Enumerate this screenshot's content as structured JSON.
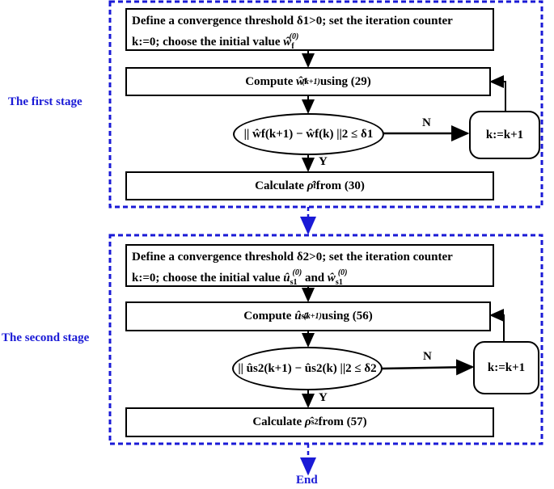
{
  "stages": [
    {
      "side_label": "The first stage",
      "init_line1": "Define a convergence threshold δ1>0; set the iteration counter",
      "init_line2_a": "k:=0; choose the initial value ",
      "init_sym": "ŵ",
      "init_sub": "f",
      "init_sup": "(0)",
      "compute_text": "Compute ",
      "compute_sym": "ŵ",
      "compute_sub": "f",
      "compute_sup": "(k+1)",
      "compute_suffix": " using (29)",
      "cond_text": "|| ŵf(k+1) − ŵf(k) ||2 ≤ δ1",
      "calc_text": "Calculate ",
      "calc_sym": "ρ̂",
      "calc_sub": "f",
      "calc_suffix": " from (30)",
      "yes_label": "Y",
      "no_label": "N",
      "counter_text": "k:=k+1"
    },
    {
      "side_label": "The second stage",
      "init_line1": "Define a convergence threshold δ2>0; set the iteration counter",
      "init_line2_a": "k:=0; choose the initial value ",
      "init_sym": "û",
      "init_sub": "s1",
      "init_sup": "(0)",
      "init_and": " and ",
      "init_sym2": "ŵ",
      "init_sub2": "s1",
      "init_sup2": "(0)",
      "compute_text": "Compute ",
      "compute_sym": "û",
      "compute_sub": "s2",
      "compute_sup": "(k+1)",
      "compute_suffix": " using (56)",
      "cond_text": "|| ûs2(k+1) − ûs2(k) ||2 ≤ δ2",
      "calc_text": "Calculate ",
      "calc_sym": "ρ̂",
      "calc_sub": "s2",
      "calc_suffix": " from (57)",
      "yes_label": "Y",
      "no_label": "N",
      "counter_text": "k:=k+1"
    }
  ],
  "end_label": "End",
  "colors": {
    "accent": "#1a1ad6",
    "line": "#000000"
  }
}
